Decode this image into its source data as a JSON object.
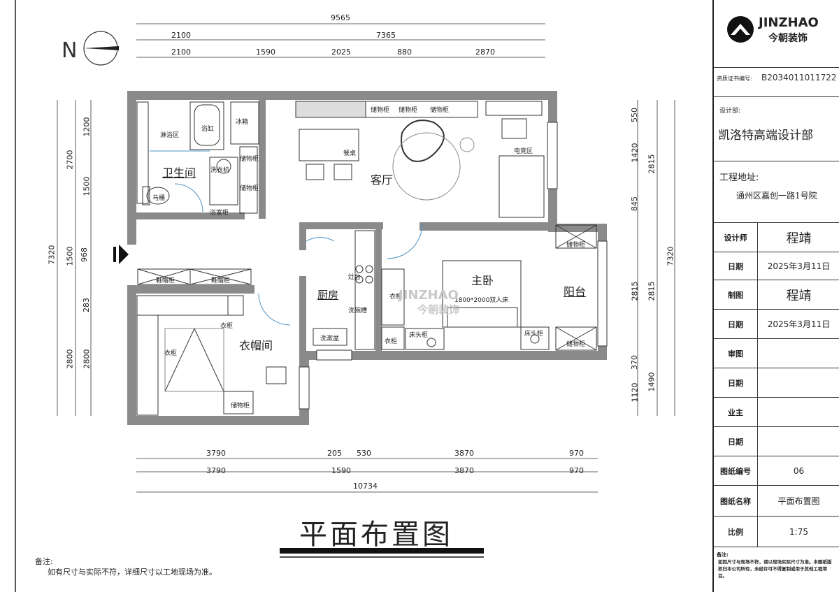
{
  "plan_title": "平面布置图",
  "notes": {
    "heading": "备注:",
    "text": "如有尺寸与实际不符，详细尺寸以工地现场为准。"
  },
  "north_label": "N",
  "rooms": {
    "bathroom": "卫生间",
    "living": "客厅",
    "master_bedroom": "主卧",
    "balcony": "阳台",
    "kitchen": "厨房",
    "cloakroom": "衣帽间"
  },
  "furniture": {
    "shower": "淋浴区",
    "bathtub": "浴缸",
    "fridge": "冰箱",
    "washer": "洗衣机",
    "toilet": "马桶",
    "bath_cabinet": "浴室柜",
    "storage_a": "储物柜",
    "storage_b": "储物柜",
    "storage_top1": "储物柜",
    "storage_top2": "储物柜",
    "storage_top3": "储物柜",
    "dining_table": "餐桌",
    "gaming": "电竞区",
    "shoe1": "鞋帽柜",
    "shoe2": "鞋帽柜",
    "wardrobe_top": "衣柜",
    "wardrobe_left": "衣柜",
    "stove": "灶台",
    "sink": "洗碗槽",
    "wash_basin": "洗漱盆",
    "closet_small1": "衣柜",
    "closet_small2": "衣柜",
    "bedside1": "床头柜",
    "bedside2": "床头柜",
    "bed": "1800*2000双人床",
    "balcony_store1": "储物柜",
    "balcony_store2": "储物柜",
    "cloak_store": "储物柜"
  },
  "dims": {
    "top_total": "9565",
    "top_a": "2100",
    "top_b": "7365",
    "top_c1": "2100",
    "top_c2": "1590",
    "top_c3": "2025",
    "top_c4": "880",
    "top_c5": "2870",
    "bot_a1": "3790",
    "bot_a2": "205",
    "bot_a3": "530",
    "bot_a4": "3870",
    "bot_a5": "970",
    "bot_b1": "3790",
    "bot_b2": "1590",
    "bot_b3": "3870",
    "bot_b4": "970",
    "bot_total": "10734",
    "left_total": "7320",
    "left_a1": "2700",
    "left_a2": "1500",
    "left_a3": "2800",
    "left_b1": "1200",
    "left_b2": "1500",
    "left_b3": "968",
    "left_b4": "283",
    "left_b5": "2800",
    "right_total": "7320",
    "right_a1": "2815",
    "right_a2": "2815",
    "right_a3": "1490",
    "right_b1": "550",
    "right_b2": "1420",
    "right_b3": "845",
    "right_b4": "2815",
    "right_b5": "370",
    "right_b6": "1120"
  },
  "watermark": {
    "latin": "JINZHAO",
    "cn": "今朝装饰"
  },
  "titleblock": {
    "brand_latin": "JINZHAO",
    "brand_cn": "今朝装饰",
    "license_label": "资质证书编号:",
    "license_no": "B2034011011722",
    "designer_dept_label": "设计部:",
    "designer_dept": "凯洛特高端设计部",
    "address_label": "工程地址:",
    "address": "通州区嘉创一路1号院",
    "rows": [
      {
        "label": "设计师",
        "value": "程靖",
        "big": true
      },
      {
        "label": "日期",
        "value": "2025年3月11日",
        "big": false
      },
      {
        "label": "制图",
        "value": "程靖",
        "big": true
      },
      {
        "label": "日期",
        "value": "2025年3月11日",
        "big": false
      },
      {
        "label": "审图",
        "value": "",
        "big": false
      },
      {
        "label": "日期",
        "value": "",
        "big": false
      },
      {
        "label": "业主",
        "value": "",
        "big": false
      },
      {
        "label": "日期",
        "value": "",
        "big": false
      },
      {
        "label": "图纸编号",
        "value": "06",
        "big": false
      },
      {
        "label": "图纸名称",
        "value": "平面布置图",
        "big": false
      },
      {
        "label": "比例",
        "value": "1:75",
        "big": false
      }
    ],
    "remark_label": "备注:",
    "remark_text": "如因尺寸与现场不符，请以现场实际尺寸为准。本图纸版权归本公司所有，未经许可不得复制或用于其他工程项目。"
  }
}
